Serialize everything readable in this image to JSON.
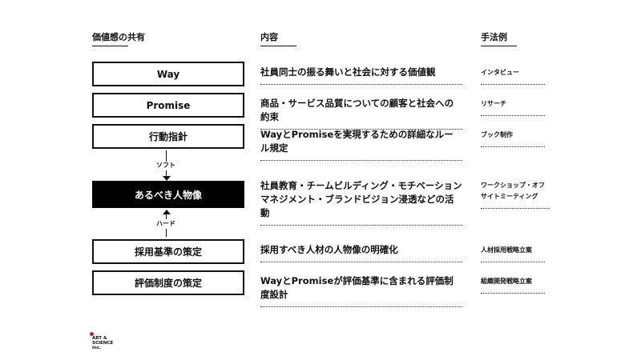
{
  "headers": {
    "values": "価値感の共有",
    "content": "内容",
    "methods": "手法例"
  },
  "rows": [
    {
      "label": "Way",
      "content": "社員同士の振る舞いと社会に対する価値観",
      "method": "インタビュー"
    },
    {
      "label": "Promise",
      "content": "商品・サービス品質についての顧客と社会への約束",
      "method": "リサーチ"
    },
    {
      "label": "行動指針",
      "content": "WayとPromiseを実現するための詳細なルール規定",
      "method": "ブック制作"
    },
    {
      "label": "あるべき人物像",
      "content": "社員教育・チームビルディング・モチベーションマネジメント・ブランドビジョン浸透などの活動",
      "method": "ワークショップ・オフサイトミーティング"
    },
    {
      "label": "採用基準の策定",
      "content": "採用すべき人材の人物像の明確化",
      "method": "人材採用戦略立案"
    },
    {
      "label": "評価制度の策定",
      "content": "WayとPromiseが評価基準に含まれる評価制度設計",
      "method": "組織開発戦略立案"
    }
  ],
  "arrows": {
    "soft": "ソフト",
    "hard": "ハード"
  },
  "logo": {
    "line1": "ART &",
    "line2": "SCIENCE",
    "line3": "inc.",
    "accent_color": "#e6007e"
  }
}
